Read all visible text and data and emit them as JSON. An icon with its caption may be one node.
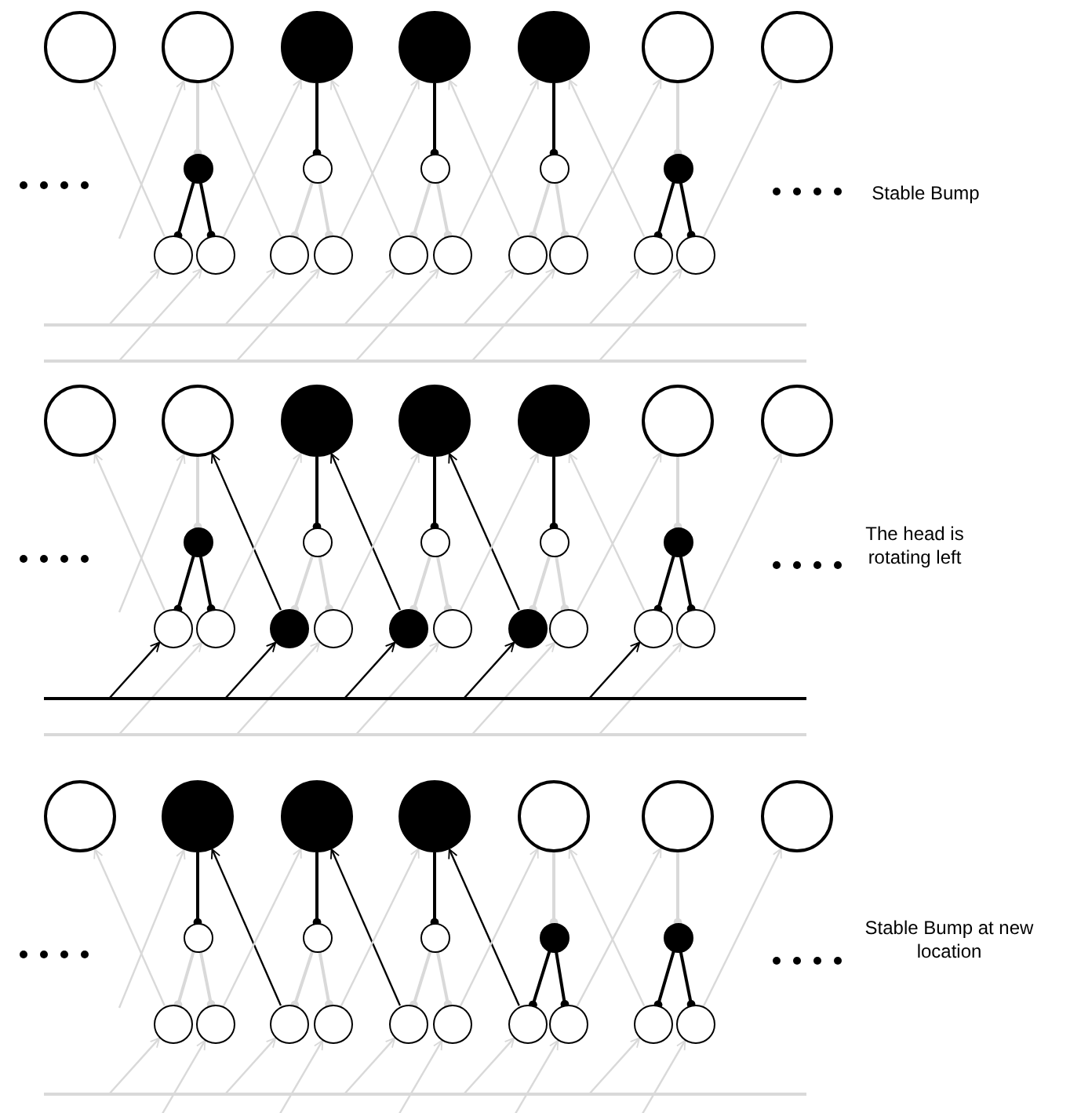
{
  "diagram": {
    "nodes": [
      {
        "text": [],
        "shape": "circle"
      },
      {
        "text": [],
        "shape": "circle"
      },
      {
        "text": [],
        "shape": "circle"
      },
      {
        "text": [],
        "shape": "circle"
      },
      {
        "text": [],
        "shape": "circle"
      },
      {
        "text": [],
        "shape": "circle"
      },
      {
        "text": [],
        "shape": "circle"
      },
      {
        "text": [],
        "shape": "circle"
      },
      {
        "text": [],
        "shape": "circle"
      },
      {
        "text": [],
        "shape": "circle"
      },
      {
        "text": [],
        "shape": "circle"
      },
      {
        "text": [],
        "shape": "circle"
      },
      {
        "text": [],
        "shape": "circle"
      },
      {
        "text": [],
        "shape": "circle"
      },
      {
        "text": [],
        "shape": "circle"
      },
      {
        "text": [],
        "shape": "circle"
      },
      {
        "text": [],
        "shape": "circle"
      },
      {
        "text": [],
        "shape": "circle"
      },
      {
        "text": [],
        "shape": "circle"
      },
      {
        "text": [],
        "shape": "circle"
      },
      {
        "text": [],
        "shape": "circle"
      },
      {
        "text": [],
        "shape": "circle"
      },
      {
        "text": [],
        "shape": "bar"
      },
      {
        "text": [],
        "shape": "bar"
      },
      {
        "text": [],
        "shape": "circle"
      },
      {
        "text": [],
        "shape": "circle"
      },
      {
        "text": [],
        "shape": "circle"
      },
      {
        "text": [],
        "shape": "circle"
      },
      {
        "text": [],
        "shape": "circle"
      },
      {
        "text": [],
        "shape": "circle"
      },
      {
        "text": [],
        "shape": "circle"
      },
      {
        "text": [],
        "shape": "circle"
      },
      {
        "text": [],
        "shape": "circle"
      },
      {
        "text": [],
        "shape": "circle"
      },
      {
        "text": [],
        "shape": "circle"
      },
      {
        "text": [],
        "shape": "circle"
      },
      {
        "text": [],
        "shape": "circle"
      },
      {
        "text": [],
        "shape": "circle"
      },
      {
        "text": [],
        "shape": "circle"
      },
      {
        "text": [],
        "shape": "circle"
      },
      {
        "text": [],
        "shape": "circle"
      },
      {
        "text": [],
        "shape": "circle"
      },
      {
        "text": [],
        "shape": "circle"
      },
      {
        "text": [],
        "shape": "circle"
      },
      {
        "text": [],
        "shape": "circle"
      },
      {
        "text": [],
        "shape": "circle"
      },
      {
        "text": [],
        "shape": "bar"
      },
      {
        "text": [],
        "shape": "bar"
      },
      {
        "text": [],
        "shape": "circle"
      },
      {
        "text": [],
        "shape": "circle"
      },
      {
        "text": [],
        "shape": "circle"
      },
      {
        "text": [],
        "shape": "circle"
      },
      {
        "text": [],
        "shape": "circle"
      },
      {
        "text": [],
        "shape": "circle"
      },
      {
        "text": [],
        "shape": "circle"
      },
      {
        "text": [],
        "shape": "circle"
      },
      {
        "text": [],
        "shape": "circle"
      },
      {
        "text": [],
        "shape": "circle"
      },
      {
        "text": [],
        "shape": "circle"
      },
      {
        "text": [],
        "shape": "circle"
      },
      {
        "text": [],
        "shape": "circle"
      },
      {
        "text": [],
        "shape": "circle"
      },
      {
        "text": [],
        "shape": "circle"
      },
      {
        "text": [],
        "shape": "circle"
      },
      {
        "text": [],
        "shape": "circle"
      },
      {
        "text": [],
        "shape": "circle"
      },
      {
        "text": [],
        "shape": "circle"
      },
      {
        "text": [],
        "shape": "circle"
      },
      {
        "text": [],
        "shape": "circle"
      },
      {
        "text": [],
        "shape": "circle"
      },
      {
        "text": [],
        "shape": "bar"
      }
    ],
    "edges": [
      {
        "from": 1,
        "to": 7,
        "arrow": "other"
      },
      {
        "from": 2,
        "to": 8,
        "arrow": "other",
        "color": "#000000"
      },
      {
        "from": 3,
        "to": 9,
        "arrow": "other",
        "color": "#000000"
      },
      {
        "from": 4,
        "to": 10,
        "arrow": "other",
        "color": "#000000"
      },
      {
        "from": 5,
        "to": 11,
        "arrow": "other"
      },
      {
        "from": 7,
        "to": 12,
        "arrow": "other",
        "color": "#000000"
      },
      {
        "from": 7,
        "to": 13,
        "arrow": "other",
        "color": "#000000"
      },
      {
        "from": 8,
        "to": 14,
        "arrow": "other"
      },
      {
        "from": 8,
        "to": 15,
        "arrow": "other"
      },
      {
        "from": 9,
        "to": 16,
        "arrow": "other"
      },
      {
        "from": 9,
        "to": 17,
        "arrow": "other"
      },
      {
        "from": 10,
        "to": 18,
        "arrow": "other"
      },
      {
        "from": 10,
        "to": 19,
        "arrow": "other"
      },
      {
        "from": 11,
        "to": 20,
        "arrow": "other",
        "color": "#000000"
      },
      {
        "from": 11,
        "to": 21,
        "arrow": "other",
        "color": "#000000"
      },
      {
        "from": null,
        "to": 1,
        "arrow": "to"
      },
      {
        "from": 12,
        "to": 0,
        "arrow": "to"
      },
      {
        "from": 14,
        "to": 1,
        "arrow": "to"
      },
      {
        "from": 16,
        "to": 2,
        "arrow": "to"
      },
      {
        "from": 18,
        "to": 3,
        "arrow": "to"
      },
      {
        "from": 20,
        "to": 4,
        "arrow": "to"
      },
      {
        "from": 13,
        "to": 2,
        "arrow": "to"
      },
      {
        "from": 15,
        "to": 3,
        "arrow": "to"
      },
      {
        "from": 17,
        "to": 4,
        "arrow": "to"
      },
      {
        "from": 19,
        "to": 5,
        "arrow": "to"
      },
      {
        "from": 21,
        "to": 6,
        "arrow": "to"
      },
      {
        "from": 22,
        "to": 12,
        "arrow": "to"
      },
      {
        "from": 22,
        "to": 14,
        "arrow": "to"
      },
      {
        "from": 22,
        "to": 16,
        "arrow": "to"
      },
      {
        "from": 22,
        "to": 18,
        "arrow": "to"
      },
      {
        "from": 22,
        "to": 20,
        "arrow": "to"
      },
      {
        "from": 23,
        "to": 13,
        "arrow": "to"
      },
      {
        "from": 23,
        "to": 15,
        "arrow": "to"
      },
      {
        "from": 23,
        "to": 17,
        "arrow": "to"
      },
      {
        "from": 23,
        "to": 19,
        "arrow": "to"
      },
      {
        "from": 23,
        "to": 21,
        "arrow": "to"
      },
      {
        "from": 25,
        "to": 31,
        "arrow": "other"
      },
      {
        "from": 26,
        "to": 32,
        "arrow": "other",
        "color": "#000000"
      },
      {
        "from": 27,
        "to": 33,
        "arrow": "other",
        "color": "#000000"
      },
      {
        "from": 28,
        "to": 34,
        "arrow": "other",
        "color": "#000000"
      },
      {
        "from": 29,
        "to": 35,
        "arrow": "other"
      },
      {
        "from": 31,
        "to": 36,
        "arrow": "other",
        "color": "#000000"
      },
      {
        "from": 31,
        "to": 37,
        "arrow": "other",
        "color": "#000000"
      },
      {
        "from": 32,
        "to": 38,
        "arrow": "other"
      },
      {
        "from": 32,
        "to": 39,
        "arrow": "other"
      },
      {
        "from": 33,
        "to": 40,
        "arrow": "other"
      },
      {
        "from": 33,
        "to": 41,
        "arrow": "other"
      },
      {
        "from": 34,
        "to": 42,
        "arrow": "other"
      },
      {
        "from": 34,
        "to": 43,
        "arrow": "other"
      },
      {
        "from": 35,
        "to": 44,
        "arrow": "other",
        "color": "#000000"
      },
      {
        "from": 35,
        "to": 45,
        "arrow": "other",
        "color": "#000000"
      },
      {
        "from": null,
        "to": 25,
        "arrow": "to"
      },
      {
        "from": 36,
        "to": 24,
        "arrow": "to"
      },
      {
        "from": 38,
        "to": 25,
        "arrow": "to",
        "color": "#000000"
      },
      {
        "from": 40,
        "to": 26,
        "arrow": "to",
        "color": "#000000"
      },
      {
        "from": 42,
        "to": 27,
        "arrow": "to",
        "color": "#000000"
      },
      {
        "from": 44,
        "to": 28,
        "arrow": "to"
      },
      {
        "from": 37,
        "to": 26,
        "arrow": "to"
      },
      {
        "from": 39,
        "to": 27,
        "arrow": "to"
      },
      {
        "from": 41,
        "to": 28,
        "arrow": "to"
      },
      {
        "from": 43,
        "to": 29,
        "arrow": "to"
      },
      {
        "from": 45,
        "to": 30,
        "arrow": "to"
      },
      {
        "from": 46,
        "to": 36,
        "arrow": "to",
        "color": "#000000"
      },
      {
        "from": 46,
        "to": 38,
        "arrow": "to",
        "color": "#000000"
      },
      {
        "from": 46,
        "to": 40,
        "arrow": "to",
        "color": "#000000"
      },
      {
        "from": 46,
        "to": 42,
        "arrow": "to",
        "color": "#000000"
      },
      {
        "from": 46,
        "to": 44,
        "arrow": "to",
        "color": "#000000"
      },
      {
        "from": 47,
        "to": 37,
        "arrow": "to"
      },
      {
        "from": 47,
        "to": 39,
        "arrow": "to"
      },
      {
        "from": 47,
        "to": 41,
        "arrow": "to"
      },
      {
        "from": 47,
        "to": 43,
        "arrow": "to"
      },
      {
        "from": 47,
        "to": 45,
        "arrow": "to"
      },
      {
        "from": 49,
        "to": 55,
        "arrow": "other",
        "color": "#000000"
      },
      {
        "from": 50,
        "to": 56,
        "arrow": "other",
        "color": "#000000"
      },
      {
        "from": 51,
        "to": 57,
        "arrow": "other",
        "color": "#000000"
      },
      {
        "from": 52,
        "to": 58,
        "arrow": "other"
      },
      {
        "from": 53,
        "to": 59,
        "arrow": "other"
      },
      {
        "from": 55,
        "to": 60,
        "arrow": "other"
      },
      {
        "from": 55,
        "to": 61,
        "arrow": "other"
      },
      {
        "from": 56,
        "to": 62,
        "arrow": "other"
      },
      {
        "from": 56,
        "to": 63,
        "arrow": "other"
      },
      {
        "from": 57,
        "to": 64,
        "arrow": "other"
      },
      {
        "from": 57,
        "to": 65,
        "arrow": "other"
      },
      {
        "from": 58,
        "to": 66,
        "arrow": "other",
        "color": "#000000"
      },
      {
        "from": 58,
        "to": 67,
        "arrow": "other",
        "color": "#000000"
      },
      {
        "from": 59,
        "to": 68,
        "arrow": "other",
        "color": "#000000"
      },
      {
        "from": 59,
        "to": 69,
        "arrow": "other",
        "color": "#000000"
      },
      {
        "from": null,
        "to": 49,
        "arrow": "to"
      },
      {
        "from": 60,
        "to": 48,
        "arrow": "to"
      },
      {
        "from": 62,
        "to": 49,
        "arrow": "to",
        "color": "#000000"
      },
      {
        "from": 64,
        "to": 50,
        "arrow": "to",
        "color": "#000000"
      },
      {
        "from": 66,
        "to": 51,
        "arrow": "to",
        "color": "#000000"
      },
      {
        "from": 68,
        "to": 52,
        "arrow": "to"
      },
      {
        "from": 61,
        "to": 50,
        "arrow": "to"
      },
      {
        "from": 63,
        "to": 51,
        "arrow": "to"
      },
      {
        "from": 65,
        "to": 52,
        "arrow": "to"
      },
      {
        "from": 67,
        "to": 53,
        "arrow": "to"
      },
      {
        "from": 69,
        "to": 54,
        "arrow": "to"
      },
      {
        "from": 70,
        "to": 60,
        "arrow": "to"
      },
      {
        "from": 70,
        "to": 62,
        "arrow": "to"
      },
      {
        "from": 70,
        "to": 64,
        "arrow": "to"
      },
      {
        "from": 70,
        "to": 66,
        "arrow": "to"
      },
      {
        "from": 70,
        "to": 68,
        "arrow": "to"
      },
      {
        "from": null,
        "to": 61,
        "arrow": "to"
      },
      {
        "from": null,
        "to": 63,
        "arrow": "to"
      },
      {
        "from": null,
        "to": 65,
        "arrow": "to"
      },
      {
        "from": null,
        "to": 67,
        "arrow": "to"
      },
      {
        "from": null,
        "to": 69,
        "arrow": "to"
      }
    ],
    "labels": [
      "Stable Bump",
      "The head is rotating left",
      "Stable Bump at new location"
    ]
  }
}
